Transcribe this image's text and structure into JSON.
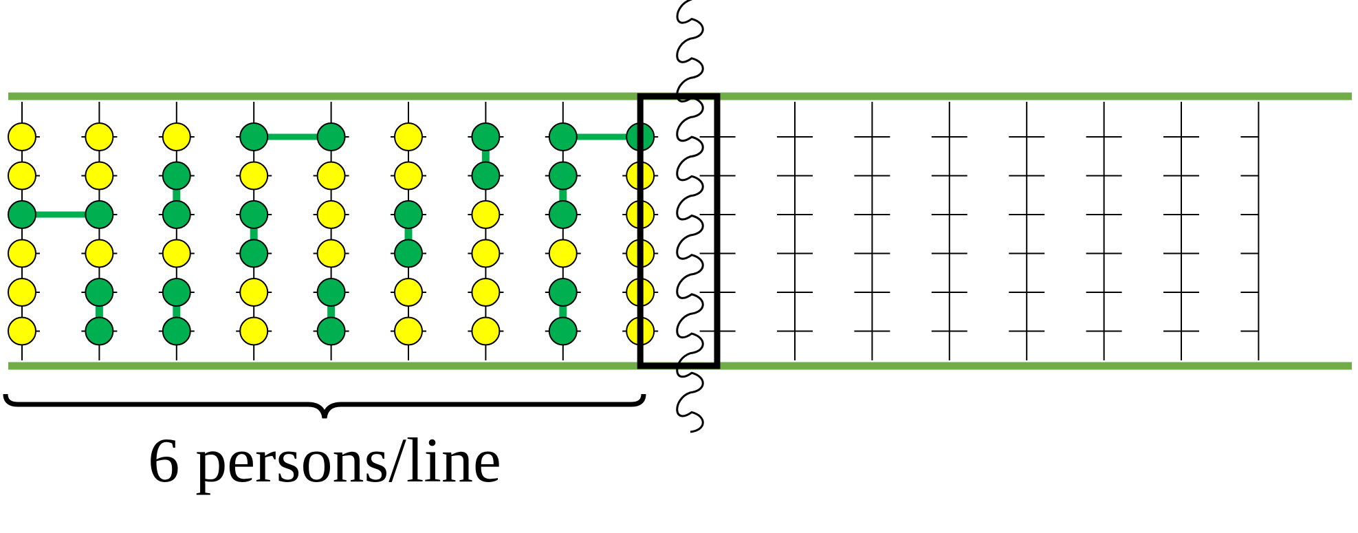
{
  "caption": "6 persons/line",
  "colors": {
    "wall": "#70ad47",
    "person_yellow": "#ffff00",
    "person_green": "#00b050",
    "link": "#00b050",
    "grid": "#000000",
    "frame": "#000000",
    "background": "#ffffff"
  },
  "diagram": {
    "rows": 6,
    "filled_columns": 9,
    "empty_columns": 8,
    "persons": [
      [
        "y",
        "y",
        "y",
        "g",
        "g",
        "y",
        "g",
        "g",
        "g"
      ],
      [
        "y",
        "y",
        "g",
        "y",
        "y",
        "y",
        "g",
        "g",
        "y"
      ],
      [
        "g",
        "g",
        "g",
        "g",
        "y",
        "g",
        "y",
        "g",
        "y"
      ],
      [
        "y",
        "y",
        "y",
        "g",
        "y",
        "g",
        "y",
        "y",
        "y"
      ],
      [
        "y",
        "g",
        "g",
        "y",
        "g",
        "y",
        "y",
        "g",
        "y"
      ],
      [
        "y",
        "g",
        "g",
        "y",
        "g",
        "y",
        "y",
        "g",
        "y"
      ]
    ],
    "links": [
      {
        "type": "h",
        "row": 0,
        "col": 3
      },
      {
        "type": "h",
        "row": 0,
        "col": 7
      },
      {
        "type": "h",
        "row": 2,
        "col": 0
      },
      {
        "type": "v",
        "row": 0,
        "col": 6
      },
      {
        "type": "v",
        "row": 1,
        "col": 2
      },
      {
        "type": "v",
        "row": 1,
        "col": 7
      },
      {
        "type": "v",
        "row": 2,
        "col": 3
      },
      {
        "type": "v",
        "row": 2,
        "col": 5
      },
      {
        "type": "v",
        "row": 4,
        "col": 1
      },
      {
        "type": "v",
        "row": 4,
        "col": 2
      },
      {
        "type": "v",
        "row": 4,
        "col": 4
      },
      {
        "type": "v",
        "row": 4,
        "col": 7
      }
    ]
  }
}
